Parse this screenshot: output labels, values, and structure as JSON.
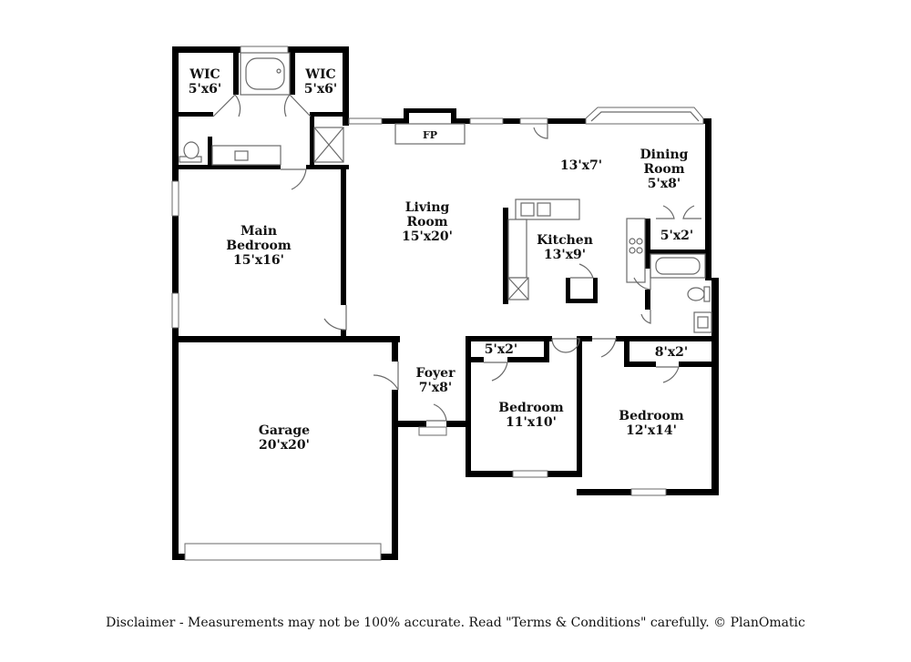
{
  "rooms": {
    "wic_left": {
      "name": "WIC",
      "dim": "5'x6'"
    },
    "wic_right": {
      "name": "WIC",
      "dim": "5'x6'"
    },
    "main_bedroom": {
      "name1": "Main",
      "name2": "Bedroom",
      "dim": "15'x16'"
    },
    "living_room": {
      "name1": "Living",
      "name2": "Room",
      "dim": "15'x20'"
    },
    "nook": {
      "dim": "13'x7'"
    },
    "dining_room": {
      "name1": "Dining",
      "name2": "Room",
      "dim": "5'x8'"
    },
    "pantry": {
      "dim": "5'x2'"
    },
    "kitchen": {
      "name": "Kitchen",
      "dim": "13'x9'"
    },
    "foyer": {
      "name": "Foyer",
      "dim": "7'x8'"
    },
    "closet_a": {
      "dim": "5'x2'"
    },
    "closet_b": {
      "dim": "8'x2'"
    },
    "bedroom_2": {
      "name": "Bedroom",
      "dim": "11'x10'"
    },
    "bedroom_3": {
      "name": "Bedroom",
      "dim": "12'x14'"
    },
    "garage": {
      "name": "Garage",
      "dim": "20'x20'"
    }
  },
  "fireplace_label": "FP",
  "disclaimer": "Disclaimer - Measurements may not be 100% accurate. Read \"Terms & Conditions\" carefully. © PlanOmatic"
}
